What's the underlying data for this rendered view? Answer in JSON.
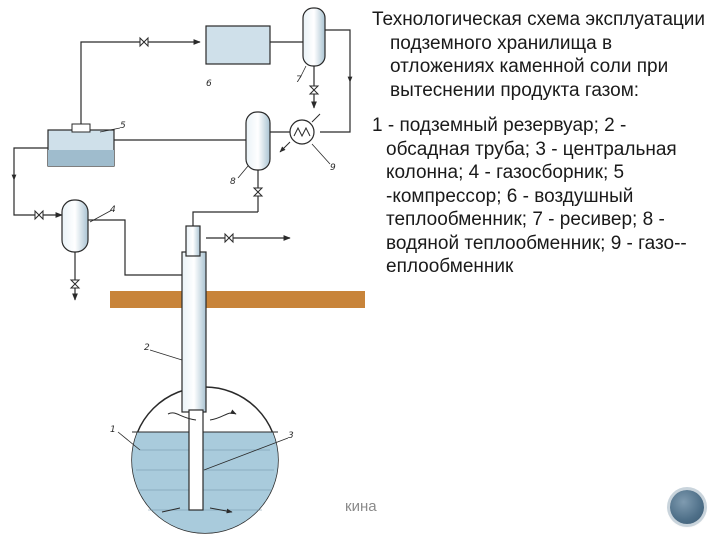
{
  "title": "Технологическая схема эксплуатации подземного хранилища в отложениях каменной соли при вытеснении продукта газом:",
  "legend": "1 - подземный резервуар; 2 - обсадная труба; 3 - центральная колонна; 4 - газосборник; 5 -компрессор; 6 - воздушный теплообменник; 7 - ресивер; 8 - водяной теплообменник; 9 - газо--еплообменник",
  "footer_text": "кина",
  "diagram_labels": {
    "n1": "1",
    "n2": "2",
    "n3": "3",
    "n4": "4",
    "n5": "5",
    "n6": "6",
    "n7": "7",
    "n8": "8",
    "n9": "9"
  },
  "colors": {
    "line": "#2a2a2a",
    "soil": "#c8843a",
    "brine": "#a9cbdc",
    "vessel": "#cfe0ea",
    "nav": "#4e6f88"
  },
  "icons": {
    "nav": "circle-nav-icon"
  }
}
